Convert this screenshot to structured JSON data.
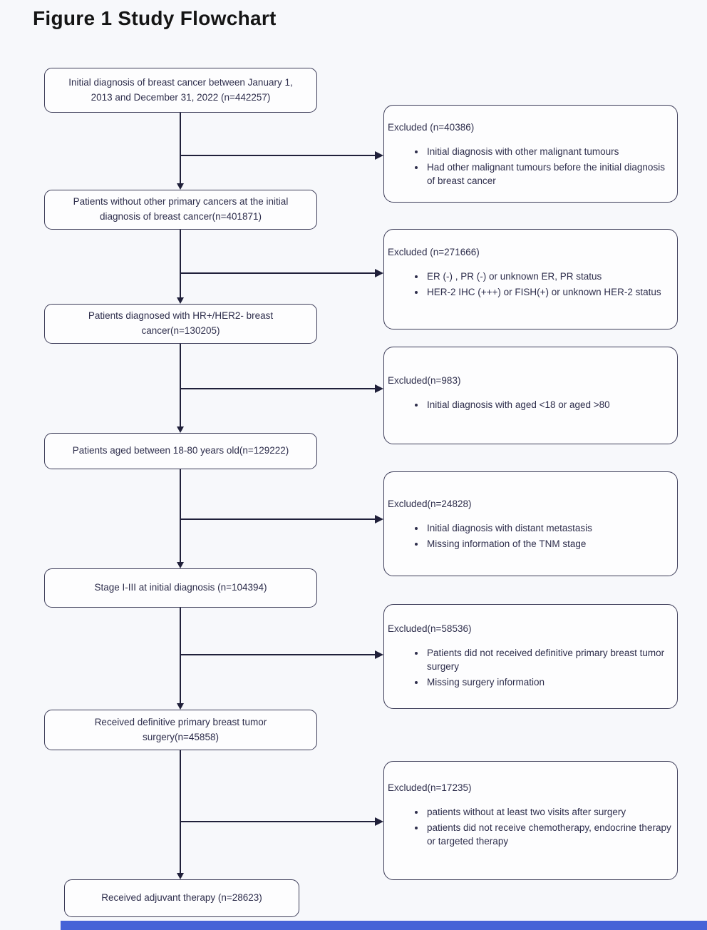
{
  "title": "Figure 1 Study Flowchart",
  "flowchart": {
    "main_boxes": [
      "Initial diagnosis of breast cancer between January 1, 2013 and December 31, 2022  (n=442257)",
      "Patients without other primary cancers  at the initial diagnosis of breast cancer(n=401871)",
      "Patients diagnosed with HR+/HER2- breast cancer(n=130205)",
      "Patients aged between 18-80 years old(n=129222)",
      "Stage I-III at initial diagnosis (n=104394)",
      "Received definitive primary breast tumor surgery(n=45858)",
      "Received adjuvant therapy  (n=28623)"
    ],
    "excluded_boxes": [
      {
        "header": "Excluded (n=40386)",
        "bullets": [
          "Initial diagnosis with other malignant tumours",
          "Had other malignant tumours before the initial diagnosis of breast cancer"
        ]
      },
      {
        "header": "Excluded (n=271666)",
        "bullets": [
          "ER (-) , PR (-) or unknown ER, PR status",
          "HER-2 IHC (+++) or FISH(+) or unknown HER-2 status"
        ]
      },
      {
        "header": "Excluded(n=983)",
        "bullets": [
          "Initial diagnosis with aged <18 or aged >80"
        ]
      },
      {
        "header": "Excluded(n=24828)",
        "bullets": [
          "Initial diagnosis with distant metastasis",
          "Missing information of the TNM stage"
        ]
      },
      {
        "header": "Excluded(n=58536)",
        "bullets": [
          "Patients did not received definitive primary breast tumor surgery",
          "Missing surgery information"
        ]
      },
      {
        "header": "Excluded(n=17235)",
        "bullets": [
          "patients without at least two visits after surgery",
          "patients did not receive chemotherapy,  endocrine therapy or targeted therapy"
        ]
      }
    ]
  },
  "colors": {
    "box_border": "#3c3c58",
    "box_text": "#2e2e4c",
    "arrow_ink": "#20203a",
    "background": "#f7f8fb",
    "accent_bar": "#4563d7"
  }
}
